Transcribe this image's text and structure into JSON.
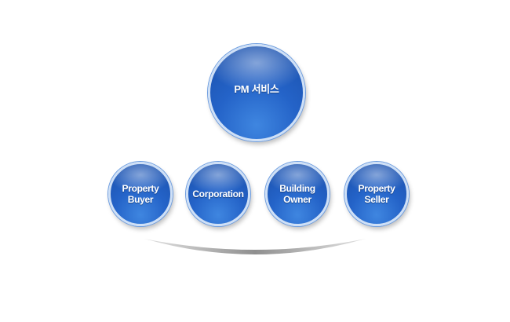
{
  "diagram": {
    "main_node": {
      "label": "PM 서비스"
    },
    "child_nodes": [
      {
        "label": "Property\nBuyer"
      },
      {
        "label": "Corporation"
      },
      {
        "label": "Building\nOwner"
      },
      {
        "label": "Property\nSeller"
      }
    ]
  },
  "colors": {
    "node_fill": "#2463c8",
    "node_border": "#cfe0f6",
    "label_text": "#ffffff",
    "base_shadow": "#9a9a9a"
  }
}
